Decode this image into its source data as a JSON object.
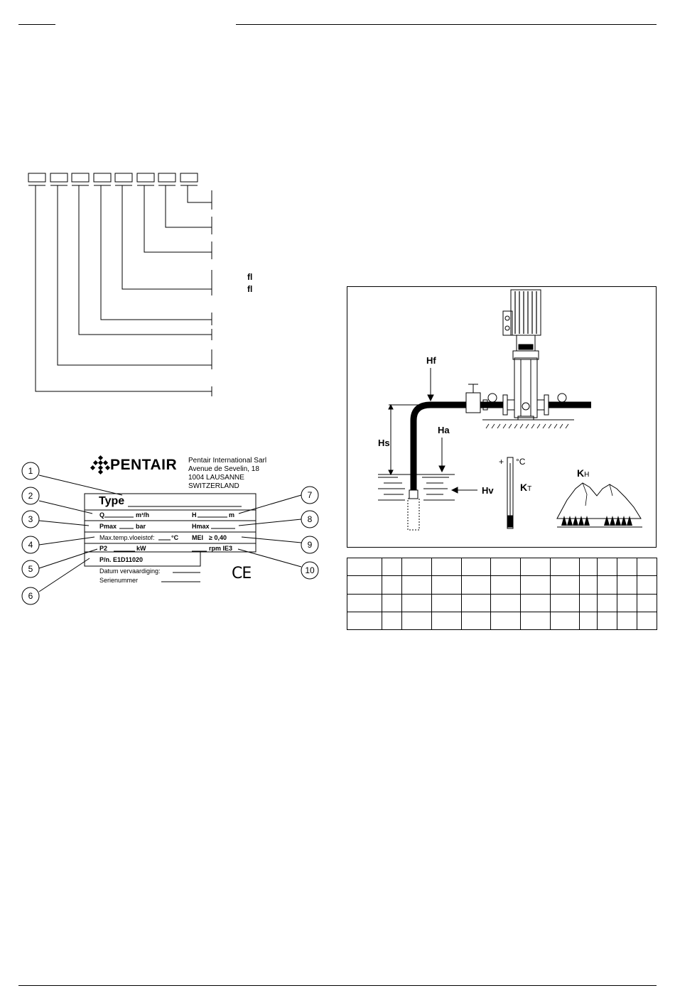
{
  "nameplate": {
    "brand": "PENTAIR",
    "address": [
      "Pentair International Sarl",
      "Avenue de Sevelin, 18",
      "1004 LAUSANNE",
      "SWITZERLAND"
    ],
    "type_label": "Type",
    "q_label": "Q",
    "q_unit": "m³/h",
    "h_label": "H",
    "h_unit": "m",
    "pmax_label": "Pmax",
    "pmax_unit": "bar",
    "hmax_label": "Hmax",
    "maxtemp_label": "Max.temp.vloeistof:",
    "maxtemp_unit": "°C",
    "mei_label": "MEI",
    "mei_value": "≥ 0,40",
    "p2_label": "P2",
    "p2_unit": "kW",
    "rpm_label": "rpm IE3",
    "pn_label": "P/n. E1D11020",
    "date_label": "Datum vervaardiging:",
    "serial_label": "Serienummer",
    "ce_mark": "CE",
    "callouts": [
      "1",
      "2",
      "3",
      "4",
      "5",
      "6",
      "7",
      "8",
      "9",
      "10"
    ]
  },
  "code_diagram": {
    "box_count": 8,
    "fl_marks": [
      "fl",
      "fl"
    ]
  },
  "install_diagram": {
    "labels": {
      "hf": "Hf",
      "hs": "Hs",
      "ha": "Ha",
      "hv": "Hv",
      "plus": "+",
      "deg": "°C",
      "kt": "K",
      "kt_sub": "T",
      "kh": "K",
      "kh_sub": "H"
    }
  },
  "table": {
    "rows": 4,
    "cols": 12
  }
}
